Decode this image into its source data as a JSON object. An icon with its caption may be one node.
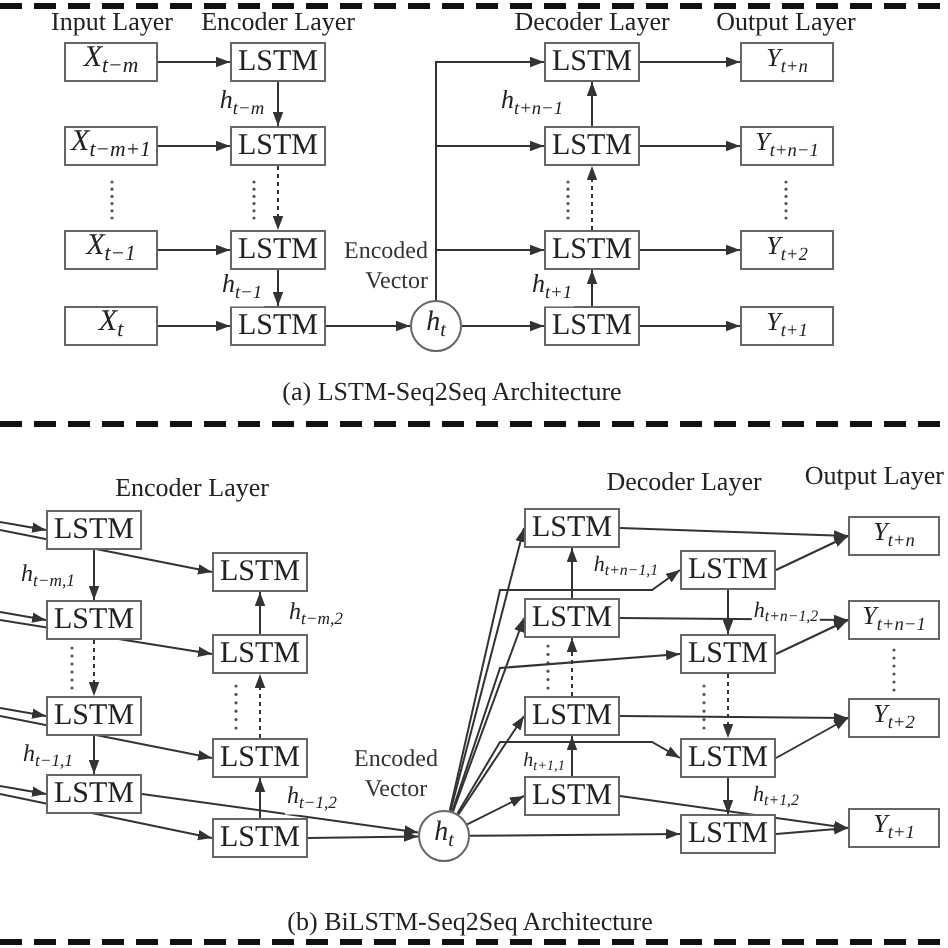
{
  "diagram": {
    "nodes": [
      {
        "text": [
          "X$_{t−m}$"
        ]
      },
      {
        "text": [
          "X$_{t−m+1}$"
        ]
      },
      {
        "text": [
          "X$_{t−1}$"
        ]
      },
      {
        "text": [
          "X$_{t}$"
        ]
      },
      {
        "text": [
          "LSTM"
        ]
      },
      {
        "text": [
          "LSTM"
        ]
      },
      {
        "text": [
          "LSTM"
        ]
      },
      {
        "text": [
          "LSTM"
        ]
      },
      {
        "text": [
          "h$_{t}$"
        ],
        "beside": [
          "Encoded Vector"
        ]
      },
      {
        "text": [
          "LSTM"
        ]
      },
      {
        "text": [
          "LSTM"
        ]
      },
      {
        "text": [
          "LSTM"
        ]
      },
      {
        "text": [
          "LSTM"
        ]
      },
      {
        "text": [
          "Y$_{t+n}$"
        ]
      },
      {
        "text": [
          "Y$_{t+n−1}$"
        ]
      },
      {
        "text": [
          "Y$_{t+2}$"
        ]
      },
      {
        "text": [
          "Y$_{t+1}$"
        ]
      },
      {
        "text": [
          "LSTM"
        ]
      },
      {
        "text": [
          "LSTM"
        ]
      },
      {
        "text": [
          "LSTM"
        ]
      },
      {
        "text": [
          "LSTM"
        ]
      },
      {
        "text": [
          "LSTM"
        ]
      },
      {
        "text": [
          "LSTM"
        ]
      },
      {
        "text": [
          "LSTM"
        ]
      },
      {
        "text": [
          "LSTM"
        ]
      },
      {
        "text": [
          "h$_{t}$"
        ],
        "beside": [
          "Encoded Vector"
        ]
      },
      {
        "text": [
          "LSTM"
        ]
      },
      {
        "text": [
          "LSTM"
        ]
      },
      {
        "text": [
          "LSTM"
        ]
      },
      {
        "text": [
          "LSTM"
        ]
      },
      {
        "text": [
          "LSTM"
        ]
      },
      {
        "text": [
          "LSTM"
        ]
      },
      {
        "text": [
          "LSTM"
        ]
      },
      {
        "text": [
          "LSTM"
        ]
      },
      {
        "text": [
          "Y$_{t+n}$"
        ]
      },
      {
        "text": [
          "Y$_{t+n−1}$"
        ]
      },
      {
        "text": [
          "Y$_{t+2}$"
        ]
      },
      {
        "text": [
          "Y$_{t+1}$"
        ]
      }
    ],
    "edges": [
      {
        "from": 0,
        "to": 4,
        "arrow": "to"
      },
      {
        "from": 1,
        "to": 5,
        "arrow": "to"
      },
      {
        "from": 2,
        "to": 6,
        "arrow": "to"
      },
      {
        "from": 3,
        "to": 7,
        "arrow": "to"
      },
      {
        "from": 4,
        "to": 5,
        "arrow": "to",
        "label": "h$_{t−m}$"
      },
      {
        "from": 5,
        "to": 6,
        "arrow": "to",
        "style": "dashed"
      },
      {
        "from": 6,
        "to": 7,
        "arrow": "to",
        "label": "h$_{t−1}$"
      },
      {
        "from": 7,
        "to": 8,
        "arrow": "to"
      },
      {
        "from": 8,
        "to": 9,
        "arrow": "to"
      },
      {
        "from": 8,
        "to": 10,
        "arrow": "to"
      },
      {
        "from": 8,
        "to": 11,
        "arrow": "to"
      },
      {
        "from": 8,
        "to": 12,
        "arrow": "to"
      },
      {
        "from": 12,
        "to": 11,
        "arrow": "to",
        "label": "h$_{t+1}$"
      },
      {
        "from": 11,
        "to": 10,
        "arrow": "to",
        "style": "dashed"
      },
      {
        "from": 10,
        "to": 9,
        "arrow": "to",
        "label": "h$_{t+n−1}$"
      },
      {
        "from": 9,
        "to": 13,
        "arrow": "to"
      },
      {
        "from": 10,
        "to": 14,
        "arrow": "to"
      },
      {
        "from": 11,
        "to": 15,
        "arrow": "to"
      },
      {
        "from": 12,
        "to": 16,
        "arrow": "to"
      },
      {
        "from": null,
        "to": 17,
        "arrow": "to"
      },
      {
        "from": null,
        "to": 21,
        "arrow": "to"
      },
      {
        "from": null,
        "to": 18,
        "arrow": "to"
      },
      {
        "from": null,
        "to": 22,
        "arrow": "to"
      },
      {
        "from": null,
        "to": 19,
        "arrow": "to"
      },
      {
        "from": null,
        "to": 23,
        "arrow": "to"
      },
      {
        "from": null,
        "to": 20,
        "arrow": "to"
      },
      {
        "from": null,
        "to": 24,
        "arrow": "to"
      },
      {
        "from": 17,
        "to": 18,
        "arrow": "to",
        "label": "h$_{t−m,1}$"
      },
      {
        "from": 18,
        "to": 19,
        "arrow": "to",
        "style": "dashed"
      },
      {
        "from": 19,
        "to": 20,
        "arrow": "to",
        "label": "h$_{t−1,1}$"
      },
      {
        "from": 24,
        "to": 23,
        "arrow": "to",
        "label": "h$_{t−1,2}$"
      },
      {
        "from": 23,
        "to": 22,
        "arrow": "to",
        "style": "dashed"
      },
      {
        "from": 22,
        "to": 21,
        "arrow": "to",
        "label": "h$_{t−m,2}$"
      },
      {
        "from": 20,
        "to": 25,
        "arrow": "to"
      },
      {
        "from": 24,
        "to": 25,
        "arrow": "to"
      },
      {
        "from": 25,
        "to": 26,
        "arrow": "to"
      },
      {
        "from": 25,
        "to": 27,
        "arrow": "to"
      },
      {
        "from": 25,
        "to": 28,
        "arrow": "to"
      },
      {
        "from": 25,
        "to": 29,
        "arrow": "to"
      },
      {
        "from": 25,
        "to": 30,
        "arrow": "to"
      },
      {
        "from": 25,
        "to": 31,
        "arrow": "to"
      },
      {
        "from": 25,
        "to": 32,
        "arrow": "to"
      },
      {
        "from": 25,
        "to": 33,
        "arrow": "to"
      },
      {
        "from": 29,
        "to": 28,
        "arrow": "to",
        "label": "h$_{t+1,1}$"
      },
      {
        "from": 28,
        "to": 27,
        "arrow": "to",
        "style": "dashed"
      },
      {
        "from": 27,
        "to": 26,
        "arrow": "to",
        "label": "h$_{t+n−1,1}$"
      },
      {
        "from": 30,
        "to": 31,
        "arrow": "to",
        "label": "h$_{t+n−1,2}$"
      },
      {
        "from": 31,
        "to": 32,
        "arrow": "to",
        "style": "dashed"
      },
      {
        "from": 32,
        "to": 33,
        "arrow": "to",
        "label": "h$_{t+1,2}$"
      },
      {
        "from": 26,
        "to": 34,
        "arrow": "to"
      },
      {
        "from": 30,
        "to": 34,
        "arrow": "to"
      },
      {
        "from": 27,
        "to": 35,
        "arrow": "to"
      },
      {
        "from": 31,
        "to": 35,
        "arrow": "to"
      },
      {
        "from": 28,
        "to": 36,
        "arrow": "to"
      },
      {
        "from": 32,
        "to": 36,
        "arrow": "to"
      },
      {
        "from": 29,
        "to": 37,
        "arrow": "to"
      },
      {
        "from": 33,
        "to": 37,
        "arrow": "to"
      }
    ],
    "labels": [
      "Input Layer",
      "Encoder Layer",
      "Decoder Layer",
      "Output Layer",
      "(a) LSTM-Seq2Seq Architecture",
      "Encoder Layer",
      "Decoder Layer",
      "Output Layer",
      "(b) BiLSTM-Seq2Seq Architecture"
    ]
  }
}
